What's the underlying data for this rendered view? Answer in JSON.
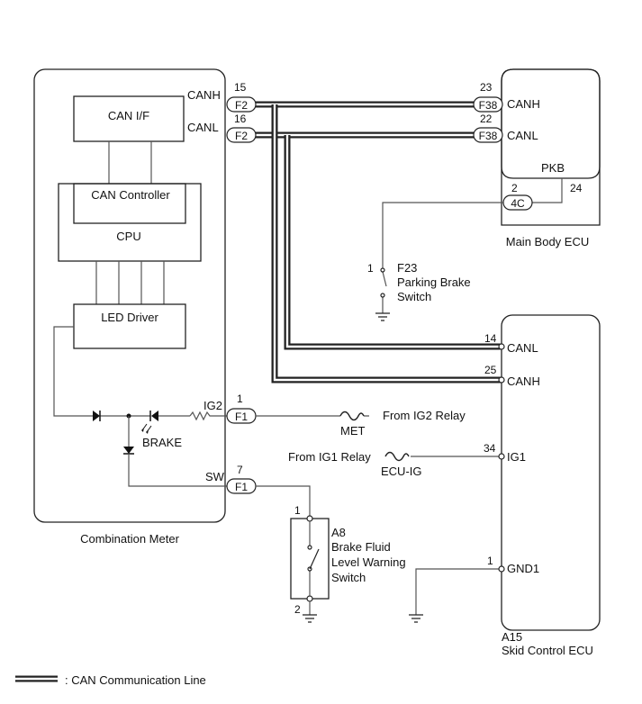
{
  "components": {
    "combination_meter": {
      "label": "Combination Meter",
      "can_if": "CAN I/F",
      "can_controller": "CAN Controller",
      "cpu": "CPU",
      "led_driver": "LED Driver",
      "brake_led": "BRAKE",
      "pins": {
        "canh": {
          "name": "CANH",
          "number": "15",
          "connector": "F2"
        },
        "canl": {
          "name": "CANL",
          "number": "16",
          "connector": "F2"
        },
        "ig2": {
          "name": "IG2",
          "number": "1",
          "connector": "F1"
        },
        "sw": {
          "name": "SW",
          "number": "7",
          "connector": "F1"
        }
      }
    },
    "main_body_ecu": {
      "label": "Main Body ECU",
      "pkb": "PKB",
      "pins": {
        "canh": {
          "name": "CANH",
          "number": "23",
          "connector": "F38"
        },
        "canl": {
          "name": "CANL",
          "number": "22",
          "connector": "F38"
        },
        "pkb_in": {
          "number": "2",
          "connector": "4C"
        },
        "pkb_out": {
          "number": "24"
        }
      }
    },
    "parking_brake_switch": {
      "code": "F23",
      "name_line1": "Parking Brake",
      "name_line2": "Switch",
      "pin": "1"
    },
    "brake_fluid_switch": {
      "code": "A8",
      "name_line1": "Brake Fluid",
      "name_line2": "Level Warning",
      "name_line3": "Switch",
      "pin1": "1",
      "pin2": "2"
    },
    "skid_control_ecu": {
      "code": "A15",
      "label": "Skid Control ECU",
      "pins": {
        "canl": {
          "name": "CANL",
          "number": "14"
        },
        "canh": {
          "name": "CANH",
          "number": "25"
        },
        "ig1": {
          "name": "IG1",
          "number": "34"
        },
        "gnd1": {
          "name": "GND1",
          "number": "1"
        }
      }
    }
  },
  "fuses": {
    "met": {
      "name": "MET",
      "source": "From IG2 Relay"
    },
    "ecu_ig": {
      "name": "ECU-IG",
      "source": "From IG1 Relay"
    }
  },
  "legend": {
    "label": ": CAN Communication Line"
  }
}
